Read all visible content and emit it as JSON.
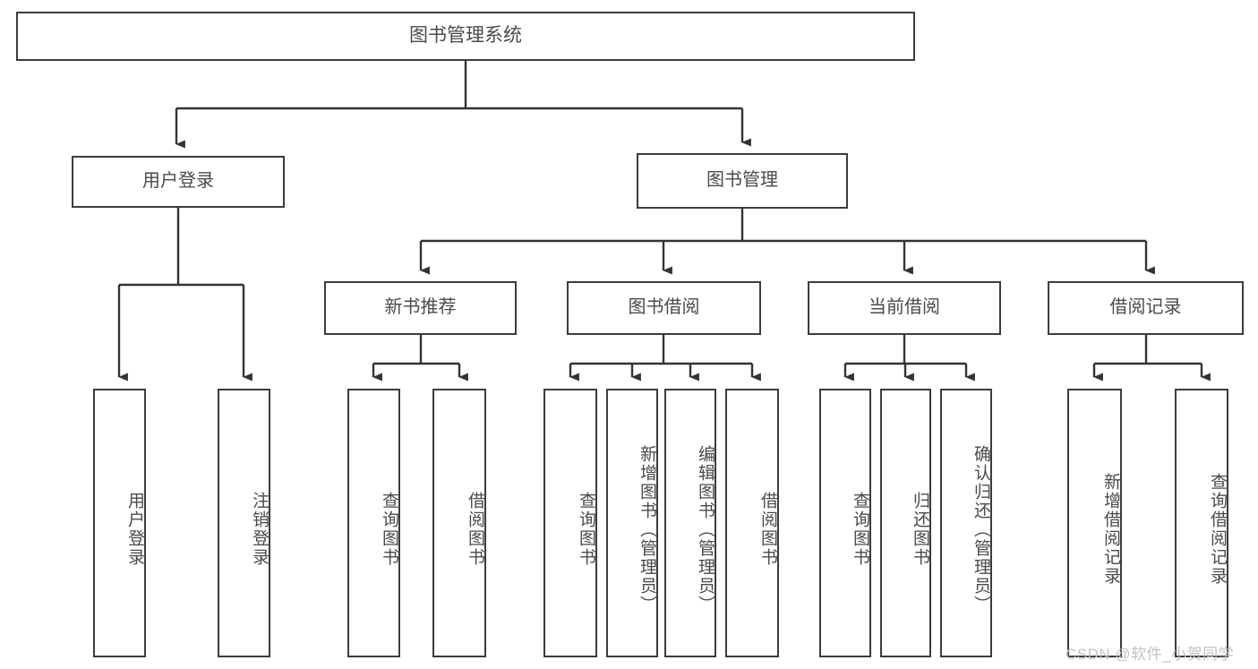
{
  "diagram": {
    "title": "图书管理系统",
    "type": "tree-hierarchy-chart",
    "orientation": "top-down",
    "style": {
      "box_fill": "#ffffff",
      "box_border": "#3c3c3c",
      "text_color": "#4a4a4a",
      "connector_color": "#333333",
      "background": "#ffffff"
    }
  },
  "root": {
    "label": "图书管理系统"
  },
  "level2": [
    {
      "label": "用户登录"
    },
    {
      "label": "图书管理"
    }
  ],
  "level3": [
    {
      "label": "新书推荐"
    },
    {
      "label": "图书借阅"
    },
    {
      "label": "当前借阅"
    },
    {
      "label": "借阅记录"
    }
  ],
  "leaves": {
    "user_login": [
      {
        "label": "用户登录"
      },
      {
        "label": "注销登录"
      }
    ],
    "new_book_recommend": [
      {
        "label": "查询图书"
      },
      {
        "label": "借阅图书"
      }
    ],
    "book_borrow": [
      {
        "label": "查询图书"
      },
      {
        "label": "新增图书（管理员）"
      },
      {
        "label": "编辑图书（管理员）"
      },
      {
        "label": "借阅图书"
      }
    ],
    "current_borrow": [
      {
        "label": "查询图书"
      },
      {
        "label": "归还图书"
      },
      {
        "label": "确认归还（管理员）"
      }
    ],
    "borrow_record": [
      {
        "label": "新增借阅记录"
      },
      {
        "label": "查询借阅记录"
      }
    ]
  },
  "watermark": {
    "text": "CSDN @软件_小贺同学"
  }
}
